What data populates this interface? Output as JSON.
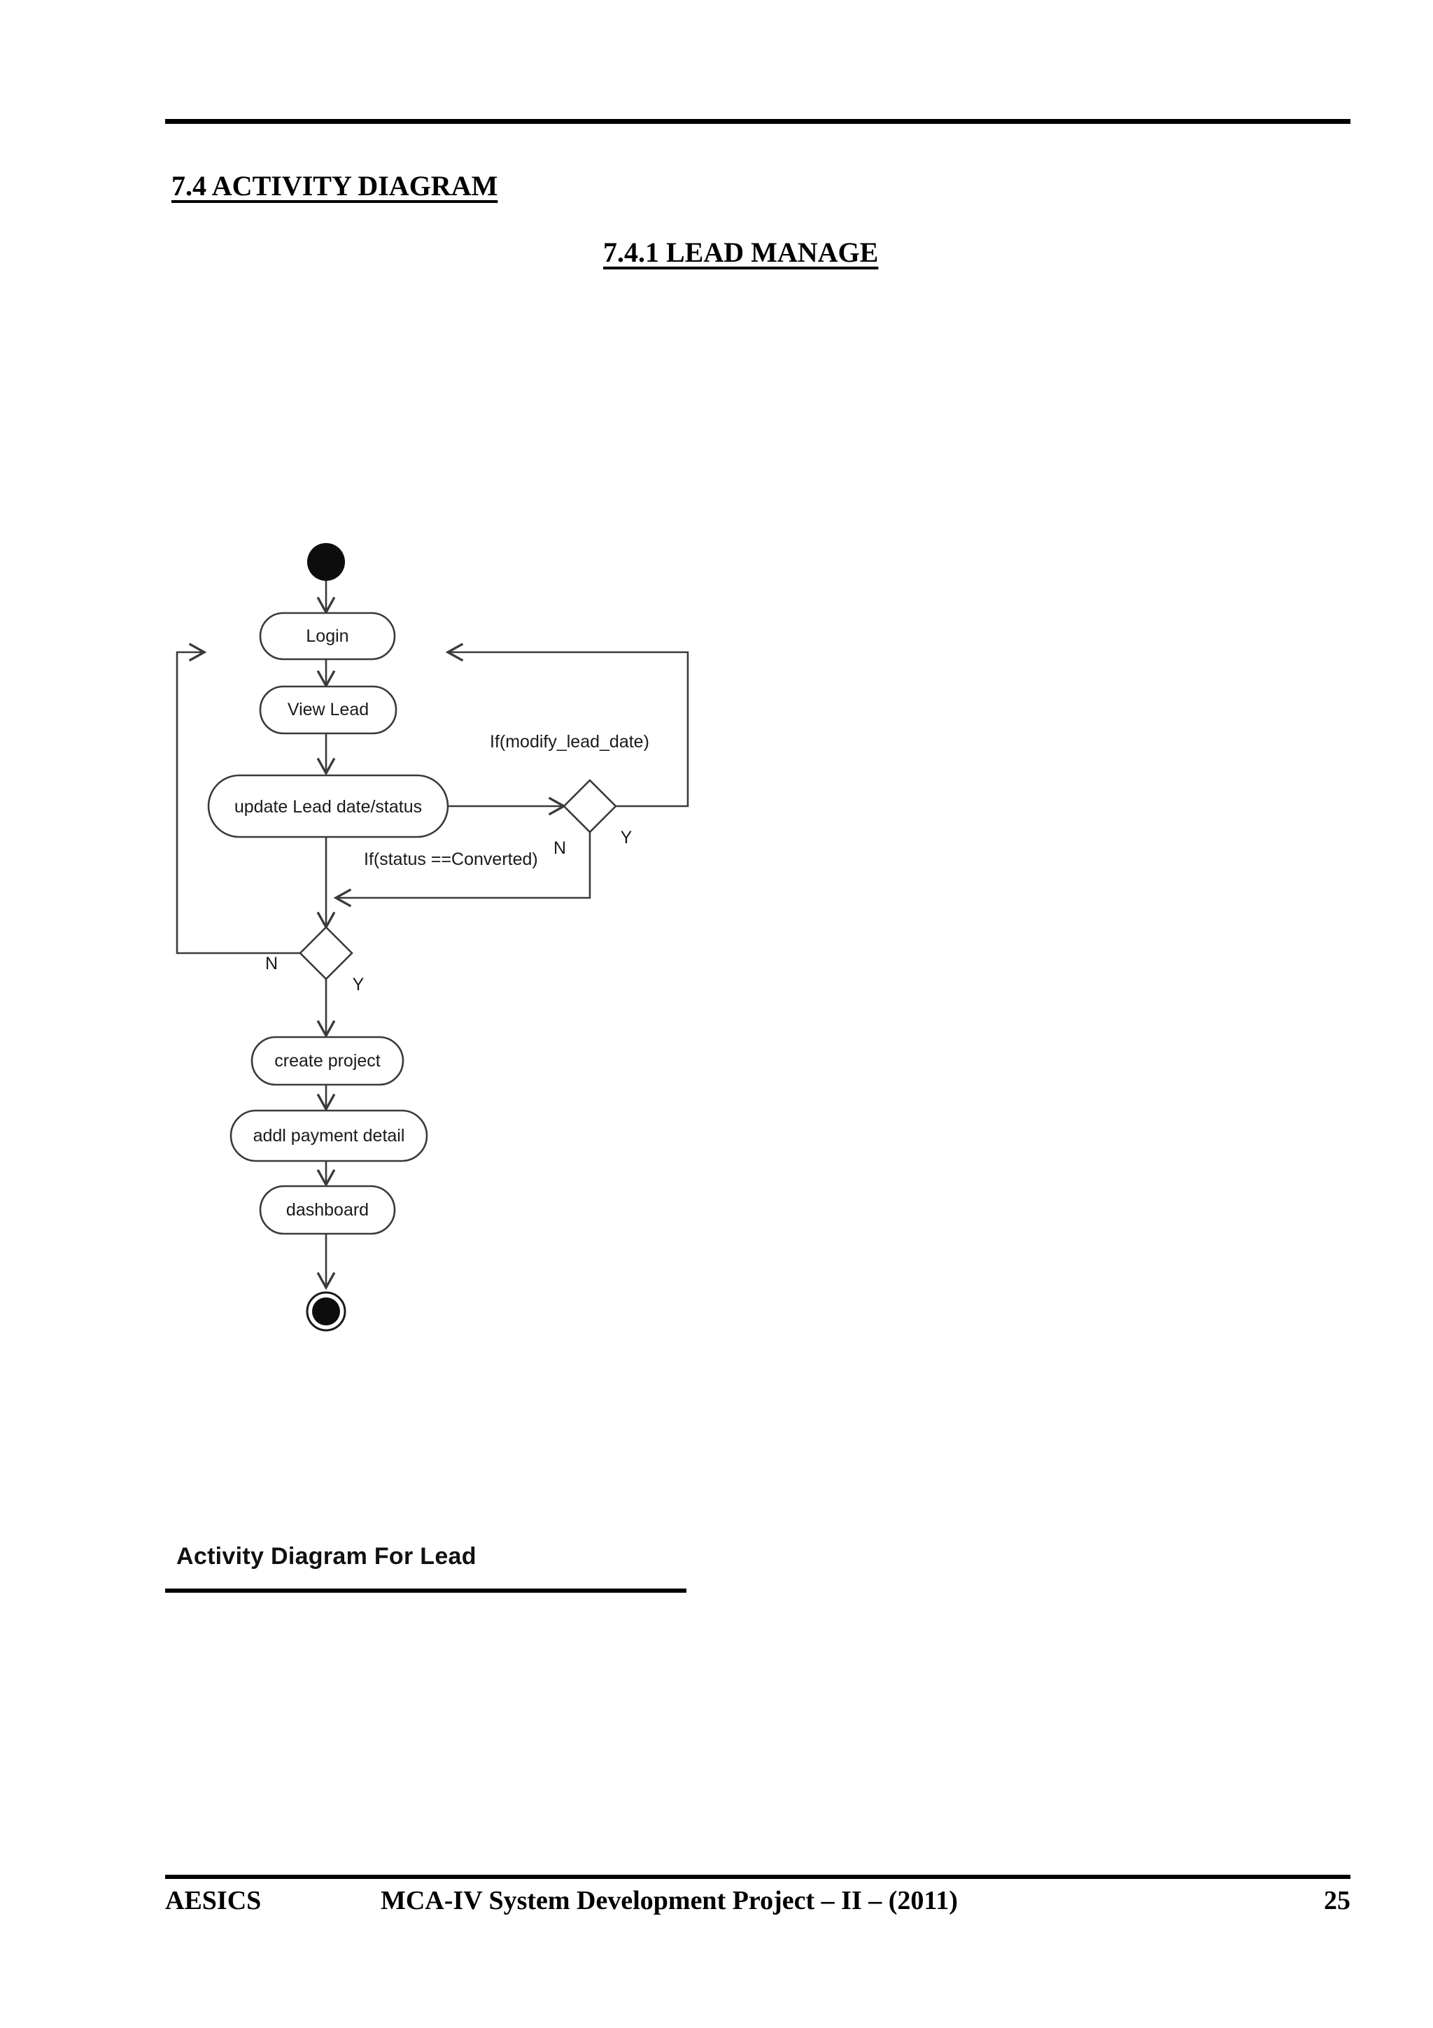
{
  "document": {
    "heading_section": "7.4 ACTIVITY DIAGRAM",
    "heading_subsection": "7.4.1 LEAD MANAGE",
    "diagram_caption": "Activity Diagram For Lead"
  },
  "footer": {
    "organization": "AESICS",
    "title": "MCA-IV System Development Project – II – (2011)",
    "page_number": "25"
  },
  "diagram": {
    "type": "uml-activity-diagram",
    "nodes": [
      {
        "id": "start",
        "kind": "initial-node",
        "label": ""
      },
      {
        "id": "login",
        "kind": "action",
        "label": "Login"
      },
      {
        "id": "view_lead",
        "kind": "action",
        "label": "View Lead"
      },
      {
        "id": "update_lead",
        "kind": "action",
        "label": "update Lead  date/status"
      },
      {
        "id": "decision1",
        "kind": "decision",
        "label": "If(modify_lead_date)"
      },
      {
        "id": "decision2",
        "kind": "decision",
        "label": "If(status ==Converted)"
      },
      {
        "id": "create_proj",
        "kind": "action",
        "label": "create project"
      },
      {
        "id": "payment",
        "kind": "action",
        "label": "addl payment detail"
      },
      {
        "id": "dashboard",
        "kind": "action",
        "label": "dashboard"
      },
      {
        "id": "end",
        "kind": "final-node",
        "label": ""
      }
    ],
    "guards": {
      "decision1_text": "If(modify_lead_date)",
      "decision1_yes": "Y",
      "decision1_no": "N",
      "decision2_text": "If(status ==Converted)",
      "decision2_yes": "Y",
      "decision2_no": "N"
    },
    "edges": [
      {
        "from": "start",
        "to": "login",
        "guard": ""
      },
      {
        "from": "login",
        "to": "view_lead",
        "guard": ""
      },
      {
        "from": "view_lead",
        "to": "update_lead",
        "guard": ""
      },
      {
        "from": "update_lead",
        "to": "decision1",
        "guard": ""
      },
      {
        "from": "decision1",
        "to": "view_lead",
        "guard": "Y"
      },
      {
        "from": "decision1",
        "to": "decision2",
        "guard": "N"
      },
      {
        "from": "update_lead",
        "to": "decision2",
        "guard": ""
      },
      {
        "from": "decision2",
        "to": "view_lead",
        "guard": "N"
      },
      {
        "from": "decision2",
        "to": "create_proj",
        "guard": "Y"
      },
      {
        "from": "create_proj",
        "to": "payment",
        "guard": ""
      },
      {
        "from": "payment",
        "to": "dashboard",
        "guard": ""
      },
      {
        "from": "dashboard",
        "to": "end",
        "guard": ""
      }
    ]
  },
  "colors": {
    "ink": "#000000",
    "stroke": "#3a3a3a",
    "paper": "#ffffff"
  }
}
